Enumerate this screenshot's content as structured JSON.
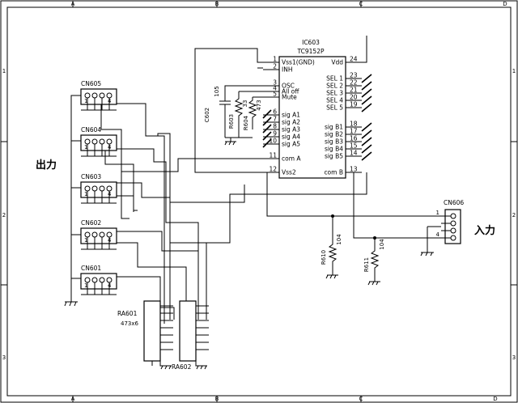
{
  "border": {
    "col_labels": [
      "A",
      "B",
      "C",
      "D"
    ],
    "row_labels": [
      "1",
      "2",
      "3"
    ]
  },
  "ic": {
    "ref": "IC603",
    "part": "TC9152P",
    "left_pins": [
      {
        "num": "1",
        "name": "Vss1(GND)"
      },
      {
        "num": "2",
        "name": "INH"
      },
      {
        "num": "3",
        "name": "OSC"
      },
      {
        "num": "4",
        "name": "All off"
      },
      {
        "num": "5",
        "name": "Mute"
      },
      {
        "num": "6",
        "name": "sig A1"
      },
      {
        "num": "7",
        "name": "sig A2"
      },
      {
        "num": "8",
        "name": "sig A3"
      },
      {
        "num": "9",
        "name": "sig A4"
      },
      {
        "num": "10",
        "name": "sig A5"
      },
      {
        "num": "11",
        "name": "com A"
      },
      {
        "num": "12",
        "name": "Vss2"
      }
    ],
    "right_pins": [
      {
        "num": "24",
        "name": "Vdd"
      },
      {
        "num": "23",
        "name": "SEL 1"
      },
      {
        "num": "22",
        "name": "SEL 2"
      },
      {
        "num": "21",
        "name": "SEL 3"
      },
      {
        "num": "20",
        "name": "SEL 4"
      },
      {
        "num": "19",
        "name": "SEL 5"
      },
      {
        "num": "18",
        "name": "sig B1"
      },
      {
        "num": "17",
        "name": "sig B2"
      },
      {
        "num": "16",
        "name": "sig B3"
      },
      {
        "num": "15",
        "name": "sig B4"
      },
      {
        "num": "14",
        "name": "sig B5"
      },
      {
        "num": "13",
        "name": "com B"
      }
    ]
  },
  "passives": {
    "c602": "C602",
    "c602_value": "105",
    "r603": "R603",
    "r603_value": "33",
    "r604": "R604",
    "r604_value": "473",
    "r610": "R610",
    "r610_value": "104",
    "r611": "R611",
    "r611_value": "104"
  },
  "connectors": {
    "output_label": "出力",
    "input_label": "入力",
    "cn605": "CN605",
    "cn604": "CN604",
    "cn603": "CN603",
    "cn602": "CN602",
    "cn601": "CN601",
    "cn606": "CN606",
    "pin1": "1",
    "pin4": "4"
  },
  "arrays": {
    "ra601": "RA601",
    "ra601_value": "473x6",
    "ra602": "RA602"
  }
}
